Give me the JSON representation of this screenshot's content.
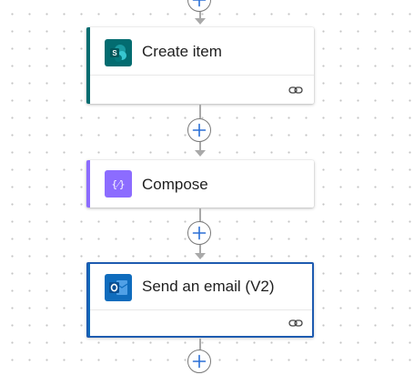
{
  "flow": {
    "steps": [
      {
        "title": "Create item",
        "connector": "sharepoint-icon",
        "accent": "#036c70",
        "icon_color": "#036c70",
        "has_connection": true
      },
      {
        "title": "Compose",
        "connector": "data-operation-icon",
        "accent": "#8c6cff",
        "icon_color": "#8c6cff",
        "has_connection": false
      },
      {
        "title": "Send an email (V2)",
        "connector": "outlook-icon",
        "accent": "#0f6cbd",
        "icon_color": "#0f6cbd",
        "has_connection": true,
        "selected": true
      }
    ]
  },
  "colors": {
    "connector_line": "#a9a9a9",
    "add_button_plus": "#2a6fd6",
    "selected_border": "#1e5bb0"
  }
}
